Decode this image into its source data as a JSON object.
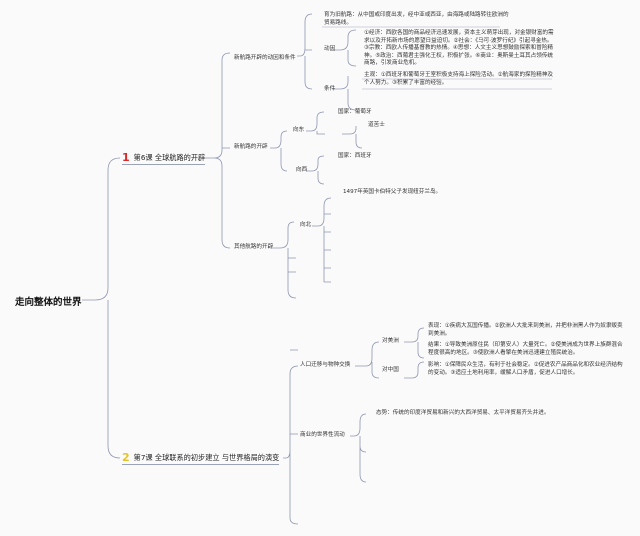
{
  "root": "走向整体的世界",
  "lesson1": {
    "num": "1",
    "title": "第6课 全球航路的开辟",
    "branches": {
      "background": "新航路开辟的动因和条件",
      "background_items": {
        "intro": "育为旧航路：从中国或印度出发，经中亚或西亚，由海路或陆路转往欧洲的贸易路线。",
        "motive_label": "动因",
        "motive_text": "①经济：西欧各国的商品经济迅速发展，资本主义萌芽出现，对金银财富的需求以及开拓新市场的愿望日益迫切。②社会：《马可·波罗行纪》引起寻金热。③宗教：西欧人传播基督教的热情。④思想：人文主义思想鼓励探索和冒险精神。⑤政治：西葡君主强化王权，积极扩张。⑥商业：奥斯曼土耳其占领传统商路，引发商业危机。",
        "condition_label": "条件",
        "condition_text": "主观：①西班牙和葡萄牙王室积极支持海上探险活动。②航海家的探险精神及个人努力。③积累了丰富的经验。"
      },
      "routes": "新航路的开辟",
      "routes_items": {
        "east": "向东",
        "east_country": "国家：葡萄牙",
        "east_sub": "道苦士",
        "west": "向西",
        "west_country": "国家：西班牙"
      },
      "other": "其他航路的开辟",
      "other_items": {
        "north": "向北",
        "cabot": "1497年英国卡伯特父子发现纽芬兰岛。"
      }
    }
  },
  "lesson2": {
    "num": "2",
    "title": "第7课 全球联系的初步建立 与世界格局的演变",
    "branches": {
      "migration": "人口迁移与物种交换",
      "migration_items": {
        "america": "对美洲",
        "america_show": "表现：①疾病大瓦国传播。②欧洲人大批来到美洲，并把非洲黑人作为奴隶贩卖到美洲。",
        "america_result": "结果：①导致美洲原住民（印第安人）大量死亡。②使美洲成为世界上族群混合程度很高的地区。③使欧洲人看擎在美洲迅速建立殖民统治。",
        "china": "对中国",
        "china_effect": "影响：①保障民众生活，有利于社会稳定。②促进农产品商品化和农业经济结构的变动。③适应土地利用率，缓解人口矛盾，促进人口增长。"
      },
      "trade": "商业的世界性流动",
      "trade_items": {
        "trend": "态势：传统的印度洋贸易和新兴的大西洋贸易、太平洋贸易齐头并进。"
      }
    }
  },
  "colors": {
    "wire": "#8e96b0",
    "accent_red": "#d92b2b",
    "accent_yellow": "#e8c229"
  }
}
